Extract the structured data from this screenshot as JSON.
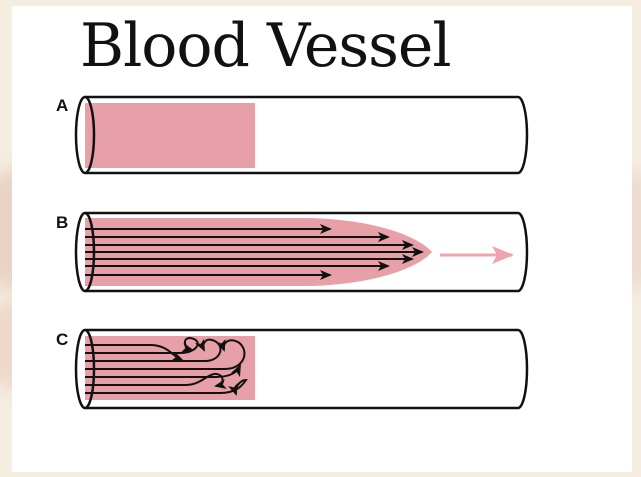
{
  "title": "Blood Vessel",
  "panels": [
    {
      "label": "A",
      "flow": "static block"
    },
    {
      "label": "B",
      "flow": "laminar parabolic"
    },
    {
      "label": "C",
      "flow": "turbulent"
    }
  ],
  "colors": {
    "blood": "#e8a0a8",
    "arrow": "#f0a4ad",
    "outline": "#111111",
    "background": "#f5ede0",
    "card": "#ffffff"
  }
}
